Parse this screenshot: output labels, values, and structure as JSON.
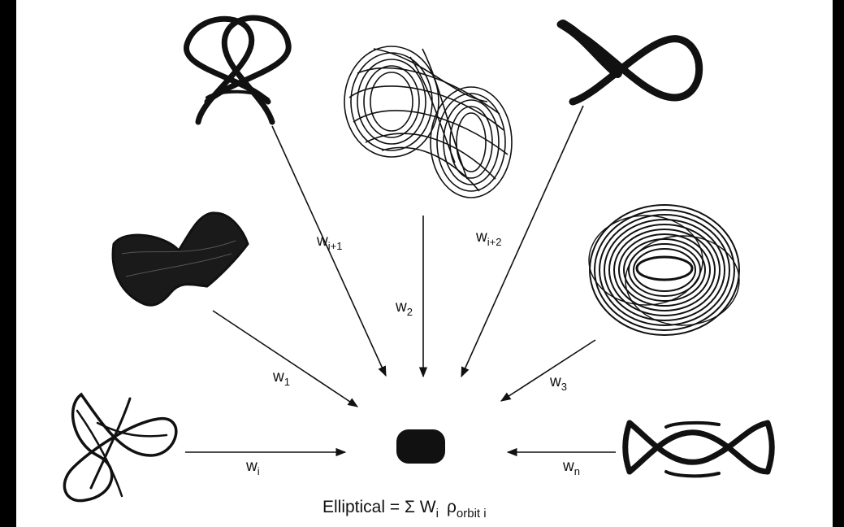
{
  "diagram": {
    "colors": {
      "background": "#000000",
      "panel": "#ffffff",
      "ink": "#111111"
    },
    "orbits": [
      {
        "name": "orbit-figure-eight-pretzel",
        "weight": {
          "base": "w",
          "sub": "i+1"
        }
      },
      {
        "name": "orbit-dense-peanut",
        "weight": {
          "base": "w",
          "sub": "2"
        }
      },
      {
        "name": "orbit-twisted-loop",
        "weight": {
          "base": "w",
          "sub": "i+2"
        }
      },
      {
        "name": "orbit-bowtie",
        "weight": {
          "base": "w",
          "sub": "1"
        }
      },
      {
        "name": "orbit-torus",
        "weight": {
          "base": "w",
          "sub": "3"
        }
      },
      {
        "name": "orbit-crossed-loops",
        "weight": {
          "base": "w",
          "sub": "i"
        }
      },
      {
        "name": "orbit-chain",
        "weight": {
          "base": "w",
          "sub": "n"
        }
      }
    ],
    "center": {
      "name": "elliptical-galaxy-blob"
    },
    "formula": {
      "lhs": "Elliptical = Σ W",
      "w_sub": "i",
      "rho": "ρ",
      "rho_sub": "orbit i"
    }
  }
}
